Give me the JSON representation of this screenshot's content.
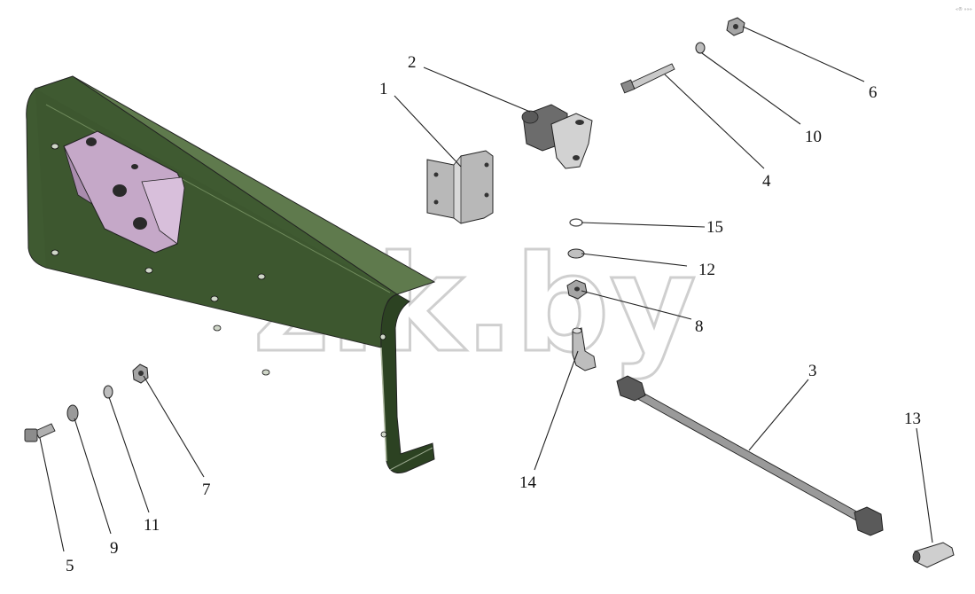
{
  "watermark": "zik.by",
  "corner_mark": "«® »»»",
  "colors": {
    "frame": "#3f5a31",
    "frame_dark": "#2c4222",
    "frame_light": "#5f7a4d",
    "bracket": "#c5a8c8",
    "metal": "#9a9a9a",
    "metal_dark": "#4f4f4f"
  },
  "callouts": [
    "1",
    "2",
    "3",
    "4",
    "5",
    "6",
    "7",
    "8",
    "9",
    "10",
    "11",
    "12",
    "13",
    "14",
    "15"
  ]
}
